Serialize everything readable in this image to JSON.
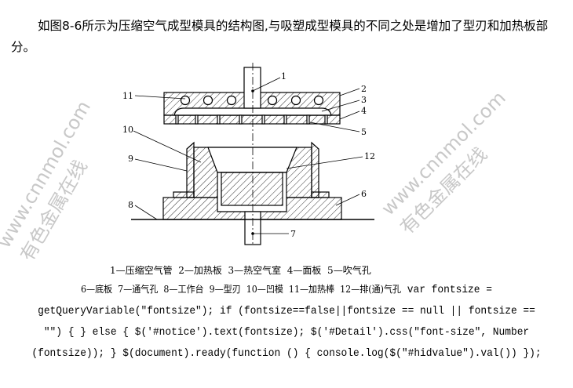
{
  "paragraph": "如图8-6所示为压缩空气成型模具的结构图,与吸塑成型模具的不同之处是增加了型刃和加热板部分。",
  "figure": {
    "labels": [
      "1",
      "2",
      "3",
      "4",
      "5",
      "6",
      "7",
      "8",
      "9",
      "10",
      "11",
      "12"
    ],
    "watermark_1": "有色金属在线",
    "watermark_2": "www.cnnmol.com"
  },
  "caption": {
    "line1": "1—压缩空气管  2—加热板  3—热空气室  4—面板  5—吹气孔",
    "line2": "6—底板  7—通气孔  8—工作台  9—型刃  10—凹模  11—加热棒  12—排(通)气孔"
  },
  "code": "var fontsize = getQueryVariable(\"fontsize\"); if (fontsize==false||fontsize == null || fontsize == \"\") { } else { $('#notice').text(fontsize); $('#Detail').css(\"font-size\", Number (fontsize)); } $(document).ready(function () { console.log($(\"#hidvalue\").val()) });"
}
